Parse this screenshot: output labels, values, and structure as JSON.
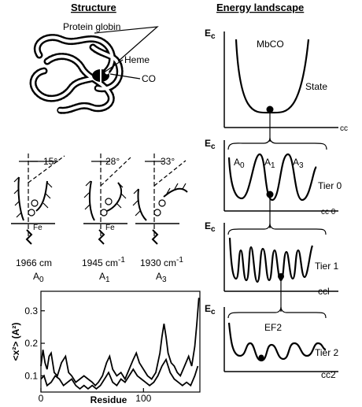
{
  "headers": {
    "structure": "Structure",
    "energy": "Energy landscape"
  },
  "protein": {
    "globin": "Protein globin",
    "heme": "Heme",
    "co": "CO"
  },
  "conformers": [
    {
      "angle": "15°",
      "freq": "1966 cm",
      "freq_sup": "",
      "state": "A",
      "sub": "0",
      "fe": "Fe"
    },
    {
      "angle": "28°",
      "freq": "1945 cm",
      "freq_sup": "-1",
      "state": "A",
      "sub": "1",
      "fe": "Fe"
    },
    {
      "angle": "33°",
      "freq": "1930 cm",
      "freq_sup": "-1",
      "state": "A",
      "sub": "3",
      "fe": ""
    }
  ],
  "plot": {
    "ylabel": "<x²> (A²)",
    "yticks": [
      "0.3",
      "0.2",
      "0.1"
    ],
    "xticks": [
      "0",
      "100"
    ],
    "xlabel": "Residue",
    "xlim": [
      0,
      155
    ],
    "ylim": [
      0.05,
      0.36
    ],
    "series": [
      {
        "values": [
          [
            0,
            0.13
          ],
          [
            2,
            0.18
          ],
          [
            4,
            0.14
          ],
          [
            6,
            0.12
          ],
          [
            8,
            0.16
          ],
          [
            10,
            0.17
          ],
          [
            13,
            0.11
          ],
          [
            16,
            0.1
          ],
          [
            20,
            0.14
          ],
          [
            24,
            0.16
          ],
          [
            27,
            0.11
          ],
          [
            30,
            0.1
          ],
          [
            34,
            0.08
          ],
          [
            38,
            0.09
          ],
          [
            42,
            0.1
          ],
          [
            46,
            0.09
          ],
          [
            50,
            0.08
          ],
          [
            53,
            0.07
          ],
          [
            56,
            0.08
          ],
          [
            60,
            0.1
          ],
          [
            64,
            0.14
          ],
          [
            67,
            0.16
          ],
          [
            70,
            0.12
          ],
          [
            74,
            0.1
          ],
          [
            78,
            0.11
          ],
          [
            82,
            0.09
          ],
          [
            86,
            0.12
          ],
          [
            90,
            0.15
          ],
          [
            93,
            0.17
          ],
          [
            96,
            0.14
          ],
          [
            100,
            0.12
          ],
          [
            104,
            0.1
          ],
          [
            108,
            0.09
          ],
          [
            112,
            0.11
          ],
          [
            116,
            0.17
          ],
          [
            118,
            0.22
          ],
          [
            120,
            0.26
          ],
          [
            122,
            0.22
          ],
          [
            124,
            0.17
          ],
          [
            127,
            0.14
          ],
          [
            130,
            0.13
          ],
          [
            133,
            0.11
          ],
          [
            136,
            0.1
          ],
          [
            140,
            0.13
          ],
          [
            144,
            0.16
          ],
          [
            147,
            0.13
          ],
          [
            150,
            0.19
          ],
          [
            152,
            0.26
          ],
          [
            154,
            0.34
          ]
        ]
      },
      {
        "values": [
          [
            0,
            0.09
          ],
          [
            3,
            0.1
          ],
          [
            6,
            0.07
          ],
          [
            10,
            0.08
          ],
          [
            14,
            0.1
          ],
          [
            18,
            0.09
          ],
          [
            22,
            0.07
          ],
          [
            26,
            0.08
          ],
          [
            30,
            0.09
          ],
          [
            34,
            0.07
          ],
          [
            38,
            0.06
          ],
          [
            42,
            0.07
          ],
          [
            46,
            0.06
          ],
          [
            50,
            0.07
          ],
          [
            54,
            0.06
          ],
          [
            58,
            0.07
          ],
          [
            62,
            0.09
          ],
          [
            66,
            0.11
          ],
          [
            70,
            0.08
          ],
          [
            74,
            0.07
          ],
          [
            78,
            0.09
          ],
          [
            82,
            0.08
          ],
          [
            86,
            0.1
          ],
          [
            90,
            0.12
          ],
          [
            94,
            0.1
          ],
          [
            98,
            0.09
          ],
          [
            102,
            0.08
          ],
          [
            106,
            0.07
          ],
          [
            110,
            0.08
          ],
          [
            114,
            0.1
          ],
          [
            118,
            0.13
          ],
          [
            122,
            0.15
          ],
          [
            126,
            0.11
          ],
          [
            130,
            0.09
          ],
          [
            134,
            0.08
          ],
          [
            138,
            0.07
          ],
          [
            142,
            0.08
          ],
          [
            146,
            0.07
          ],
          [
            150,
            0.1
          ],
          [
            153,
            0.13
          ]
        ]
      }
    ]
  },
  "energy": {
    "axis_label": "E",
    "axis_sub": "c",
    "mbco": "MbCO",
    "state": "State",
    "cc": "cc",
    "a0": "A",
    "a0_sub": "0",
    "a1": "A",
    "a1_sub": "1",
    "a3": "A",
    "a3_sub": "3",
    "tier0": "Tier 0",
    "cc0": "cc 0",
    "tier1": "Tier 1",
    "ccl": "ccl",
    "ef2": "EF2",
    "tier2": "Tier 2",
    "cc2": "cc2"
  }
}
